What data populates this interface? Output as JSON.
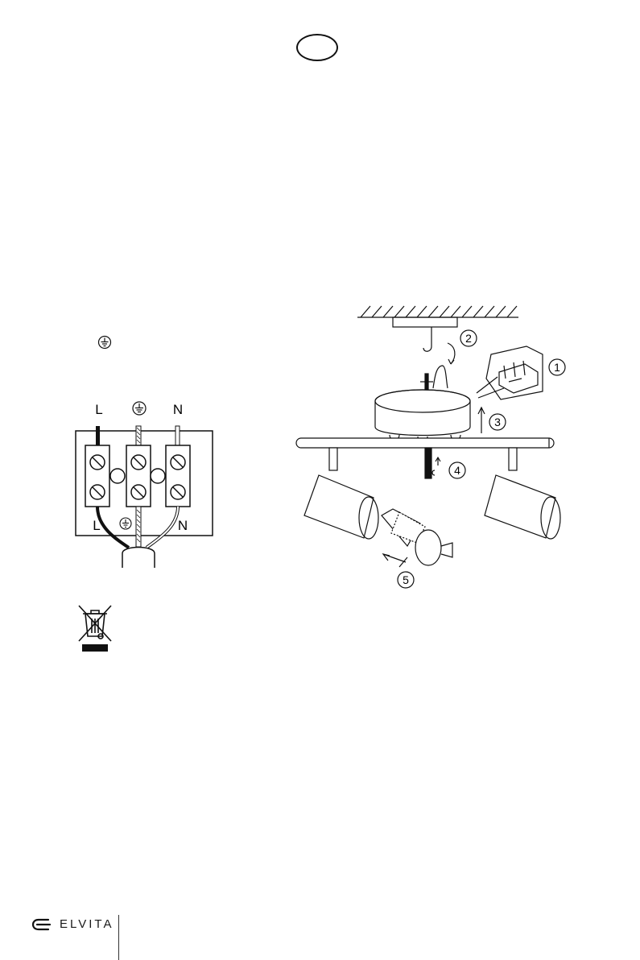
{
  "header": {
    "language_badge": ""
  },
  "terminal": {
    "top_labels": {
      "l": "L",
      "n": "N"
    },
    "bottom_labels": {
      "l": "L",
      "n": "N"
    }
  },
  "steps": {
    "s1": "1",
    "s2": "2",
    "s3": "3",
    "s4": "4",
    "s5": "5"
  },
  "footer": {
    "brand": "ELVITA"
  },
  "icons": [
    "earth-symbol-icon",
    "weee-crossed-bin-icon",
    "elvita-logo-icon"
  ]
}
